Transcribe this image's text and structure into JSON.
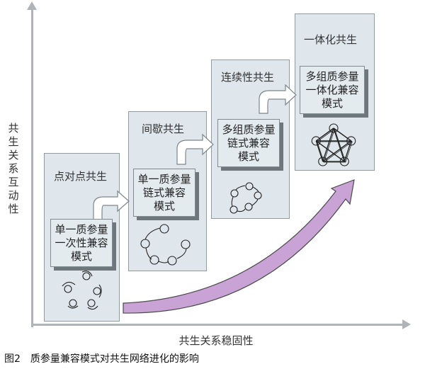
{
  "axes": {
    "y_label": "共生关系互动性",
    "x_label": "共生关系稳固性"
  },
  "stages": [
    {
      "title": "点对点共生",
      "mode_lines": [
        "单一质参量",
        "一次性兼容",
        "模式"
      ],
      "network_nodes": 5,
      "network_type": "scattered"
    },
    {
      "title": "间歇共生",
      "mode_lines": [
        "单一质参量",
        "链式兼容",
        "模式"
      ],
      "network_nodes": 5,
      "network_type": "chain"
    },
    {
      "title": "连续性共生",
      "mode_lines": [
        "多组质参量",
        "链式兼容",
        "模式"
      ],
      "network_nodes": 5,
      "network_type": "ring"
    },
    {
      "title": "一体化共生",
      "mode_lines": [
        "多组质参量",
        "一体化兼容",
        "模式"
      ],
      "network_nodes": 5,
      "network_type": "full-mesh"
    }
  ],
  "caption": {
    "figure_number": "图2",
    "text": "质参量兼容模式对共生网络进化的影响"
  },
  "colors": {
    "panel_fill": "#dfe7ec",
    "panel_border": "#8f9aa1",
    "box_shadow": "#6d777c",
    "curve_arrow": "#c9a3d6",
    "curve_arrow_border": "#4a4a4a",
    "axis": "#aeb4b8"
  }
}
